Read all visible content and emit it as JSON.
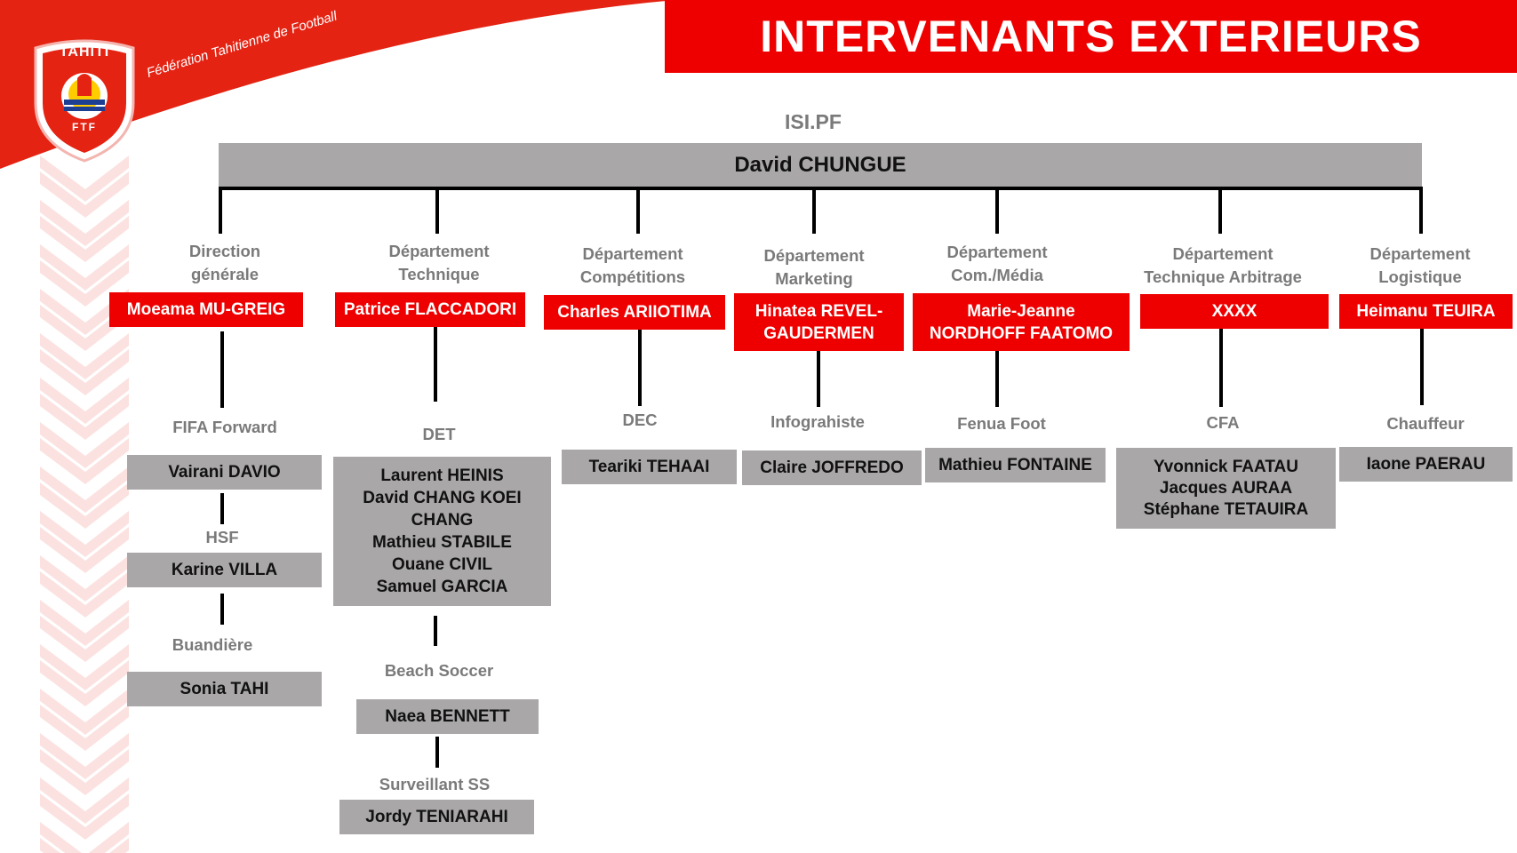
{
  "header": {
    "title": "INTERVENANTS EXTERIEURS",
    "logo": {
      "top_text": "TAHITI",
      "bottom_text": "FTF"
    },
    "tagline": "Fédération Tahitienne de Football"
  },
  "org": {
    "label": "ISI.PF",
    "head": "David CHUNGUE",
    "columns": [
      {
        "dept_label": "Direction\ngénérale",
        "dept_head": "Moeama MU-GREIG",
        "units": [
          {
            "label": "FIFA Forward",
            "members": "Vairani DAVIO"
          },
          {
            "label": "HSF",
            "members": "Karine VILLA"
          },
          {
            "label": "Buandière",
            "members": "Sonia TAHI"
          }
        ]
      },
      {
        "dept_label": "Département\nTechnique",
        "dept_head": "Patrice FLACCADORI",
        "units": [
          {
            "label": "DET",
            "members": "Laurent HEINIS\nDavid CHANG KOEI\nCHANG\nMathieu STABILE\nOuane CIVIL\nSamuel GARCIA"
          },
          {
            "label": "Beach Soccer",
            "members": "Naea BENNETT"
          },
          {
            "label": "Surveillant SS",
            "members": "Jordy TENIARAHI"
          }
        ]
      },
      {
        "dept_label": "Département\nCompétitions",
        "dept_head": "Charles ARIIOTIMA",
        "units": [
          {
            "label": "DEC",
            "members": "Teariki TEHAAI"
          }
        ]
      },
      {
        "dept_label": "Département\nMarketing",
        "dept_head": "Hinatea REVEL-\nGAUDERMEN",
        "units": [
          {
            "label": "Infograhiste",
            "members": "Claire JOFFREDO"
          }
        ]
      },
      {
        "dept_label": "Département\nCom./Média",
        "dept_head": "Marie-Jeanne\nNORDHOFF FAATOMO",
        "units": [
          {
            "label": "Fenua Foot",
            "members": "Mathieu FONTAINE"
          }
        ]
      },
      {
        "dept_label": "Département\nTechnique Arbitrage",
        "dept_head": "XXXX",
        "units": [
          {
            "label": "CFA",
            "members": "Yvonnick FAATAU\nJacques AURAA\nStéphane TETAUIRA"
          }
        ]
      },
      {
        "dept_label": "Département\nLogistique",
        "dept_head": "Heimanu TEUIRA",
        "units": [
          {
            "label": "Chauffeur",
            "members": "Iaone PAERAU"
          }
        ]
      }
    ]
  },
  "colors": {
    "accent": "#ee0000",
    "box_grey": "#a9a7a7",
    "label_grey": "#7a7a7a"
  },
  "icons": {
    "logo": "ftf-crest-icon",
    "decoration": "chevron-pattern-icon"
  }
}
